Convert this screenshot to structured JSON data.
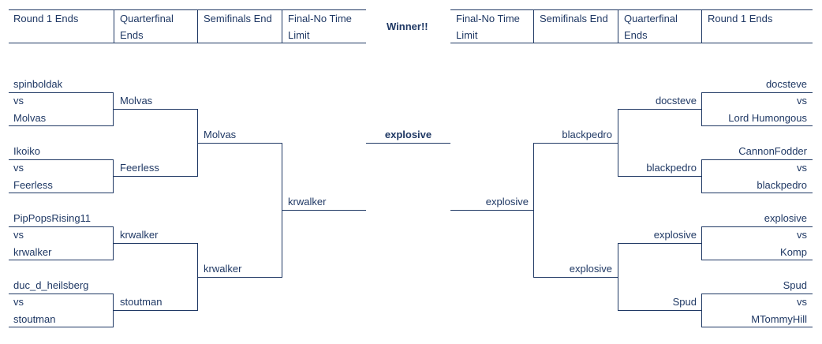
{
  "left_headers": [
    "Round 1 Ends",
    "Quarterfinal Ends",
    "Semifinals End",
    "Final-No Time Limit"
  ],
  "right_headers": [
    "Final-No Time Limit",
    "Semifinals End",
    "Quarterfinal Ends",
    "Round 1 Ends"
  ],
  "center": {
    "winner_header": "Winner!!",
    "winner": "explosive"
  },
  "left": {
    "r1": [
      {
        "top": "spinboldak",
        "vs": "vs",
        "bottom": "Molvas"
      },
      {
        "top": "Ikoiko",
        "vs": "vs",
        "bottom": "Feerless"
      },
      {
        "top": "PipPopsRising11",
        "vs": "vs",
        "bottom": "krwalker"
      },
      {
        "top": "duc_d_heilsberg",
        "vs": "vs",
        "bottom": "stoutman"
      }
    ],
    "qf": [
      "Molvas",
      "Feerless",
      "krwalker",
      "stoutman"
    ],
    "sf": [
      "Molvas",
      "krwalker"
    ],
    "final": "krwalker"
  },
  "right": {
    "r1": [
      {
        "top": "docsteve",
        "vs": "vs",
        "bottom": "Lord Humongous"
      },
      {
        "top": "CannonFodder",
        "vs": "vs",
        "bottom": "blackpedro"
      },
      {
        "top": "explosive",
        "vs": "vs",
        "bottom": "Komp"
      },
      {
        "top": "Spud",
        "vs": "vs",
        "bottom": "MTommyHill"
      }
    ],
    "qf": [
      "docsteve",
      "blackpedro",
      "explosive",
      "Spud"
    ],
    "sf": [
      "blackpedro",
      "explosive"
    ],
    "final": "explosive"
  }
}
